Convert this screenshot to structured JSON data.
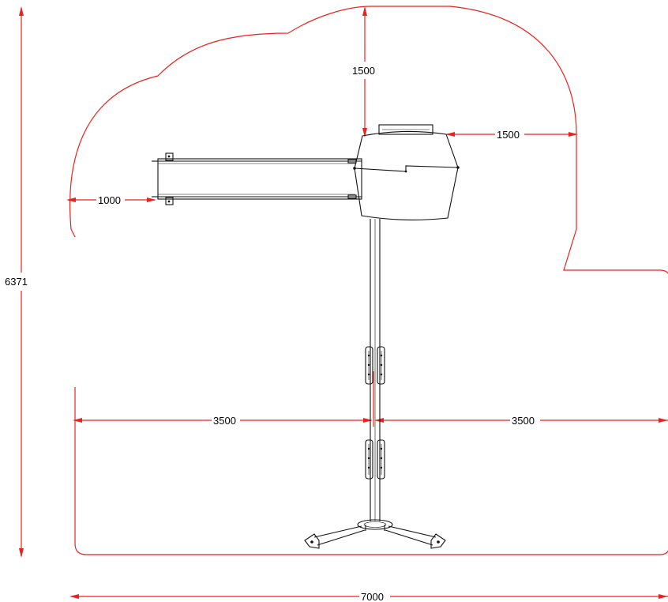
{
  "colors": {
    "dimension": "#e8231f",
    "equipment": "#111111",
    "background": "#ffffff"
  },
  "dimensions": {
    "total_height": "6371",
    "total_width": "7000",
    "top_clearance": "1500",
    "right_clearance": "1500",
    "arm_end_clearance": "1000",
    "left_half": "3500",
    "right_half": "3500"
  }
}
